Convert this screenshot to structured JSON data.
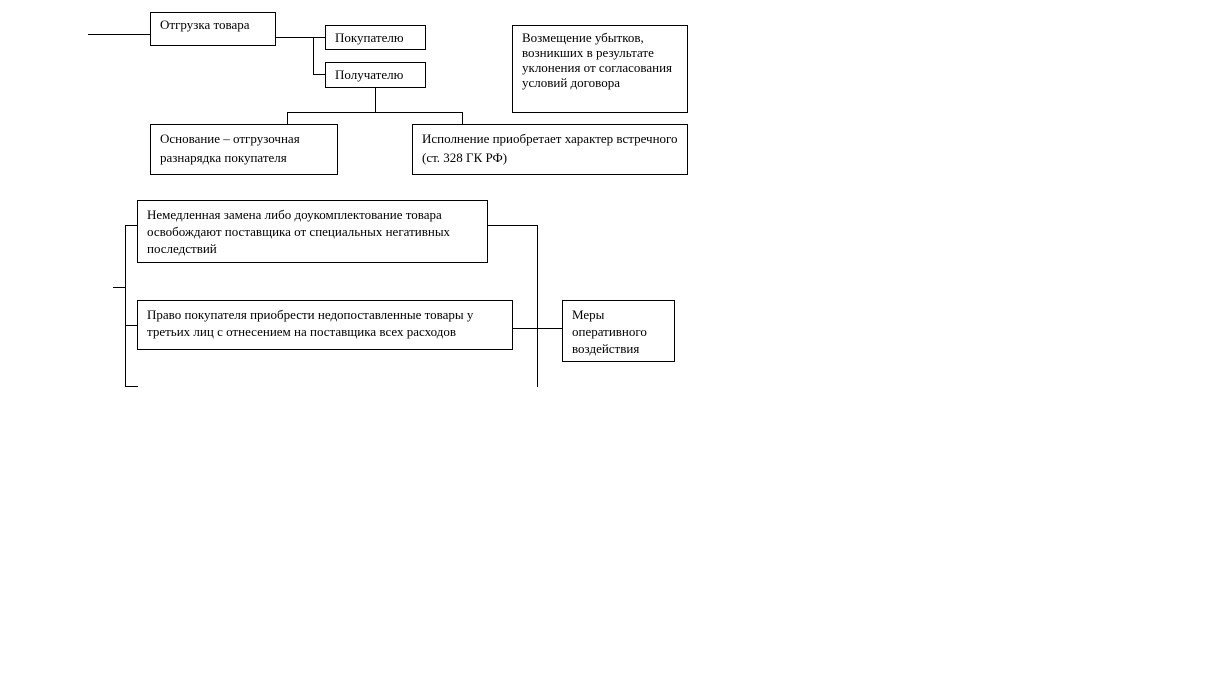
{
  "diagram": {
    "nodes": {
      "shipment": "Отгрузка товара",
      "to_buyer": "Покупателю",
      "to_recipient": "Получателю",
      "damages": "Возмещение убытков, возникших в результате уклонения от согласования условий договора",
      "basis": "Основание – отгрузочная разнарядка покупателя",
      "counter_performance": "Исполнение приобретает характер встречного (ст. 328 ГК РФ)",
      "immediate_replacement": "Немедленная замена либо доукомплектование товара освобождают поставщика от специальных негативных последствий",
      "buyer_right": "Право покупателя приобрести недопоставленные товары у третьих лиц с отнесением на поставщика всех расходов",
      "operative_measures": "Меры оперативного воздействия"
    }
  }
}
